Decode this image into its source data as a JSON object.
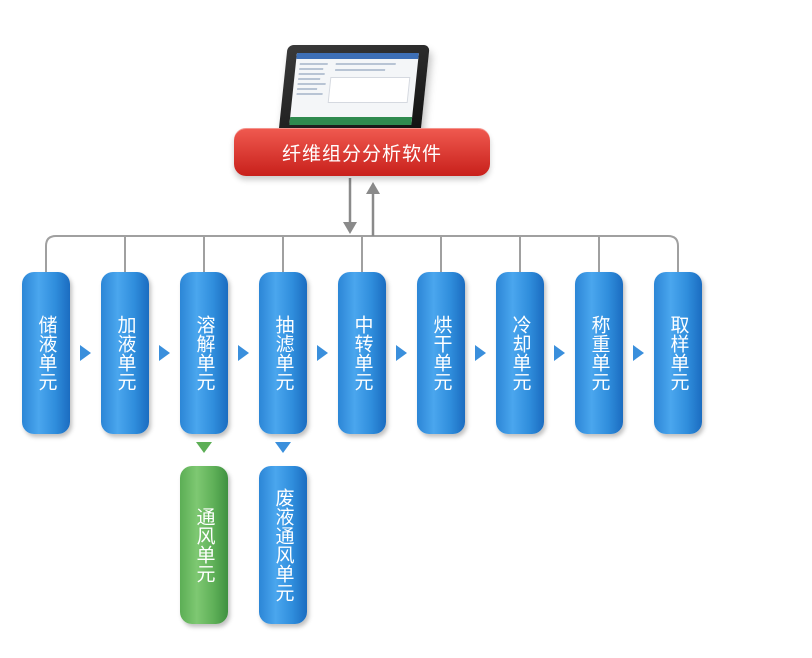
{
  "software": {
    "label": "纤维组分分析软件"
  },
  "units": [
    {
      "id": "storage",
      "label": "储液单元"
    },
    {
      "id": "dosing",
      "label": "加液单元"
    },
    {
      "id": "dissolve",
      "label": "溶解单元"
    },
    {
      "id": "filter",
      "label": "抽滤单元"
    },
    {
      "id": "transfer",
      "label": "中转单元"
    },
    {
      "id": "dry",
      "label": "烘干单元"
    },
    {
      "id": "cool",
      "label": "冷却单元"
    },
    {
      "id": "weigh",
      "label": "称重单元"
    },
    {
      "id": "sample",
      "label": "取样单元"
    }
  ],
  "sub_units": [
    {
      "id": "ventilation",
      "label": "通风单元",
      "color": "#5cae55",
      "parent": "dissolve"
    },
    {
      "id": "waste-ventilation",
      "label": "废液通风单元",
      "color": "#2c86d6",
      "parent": "filter"
    }
  ],
  "colors": {
    "unit_blue": "#2c86d6",
    "unit_green": "#5cae55",
    "software_red": "#d8332c",
    "connector_gray": "#9a9a9a",
    "flow_arrow": "#3a8fdc"
  },
  "icons": {
    "device": "tablet-icon"
  }
}
